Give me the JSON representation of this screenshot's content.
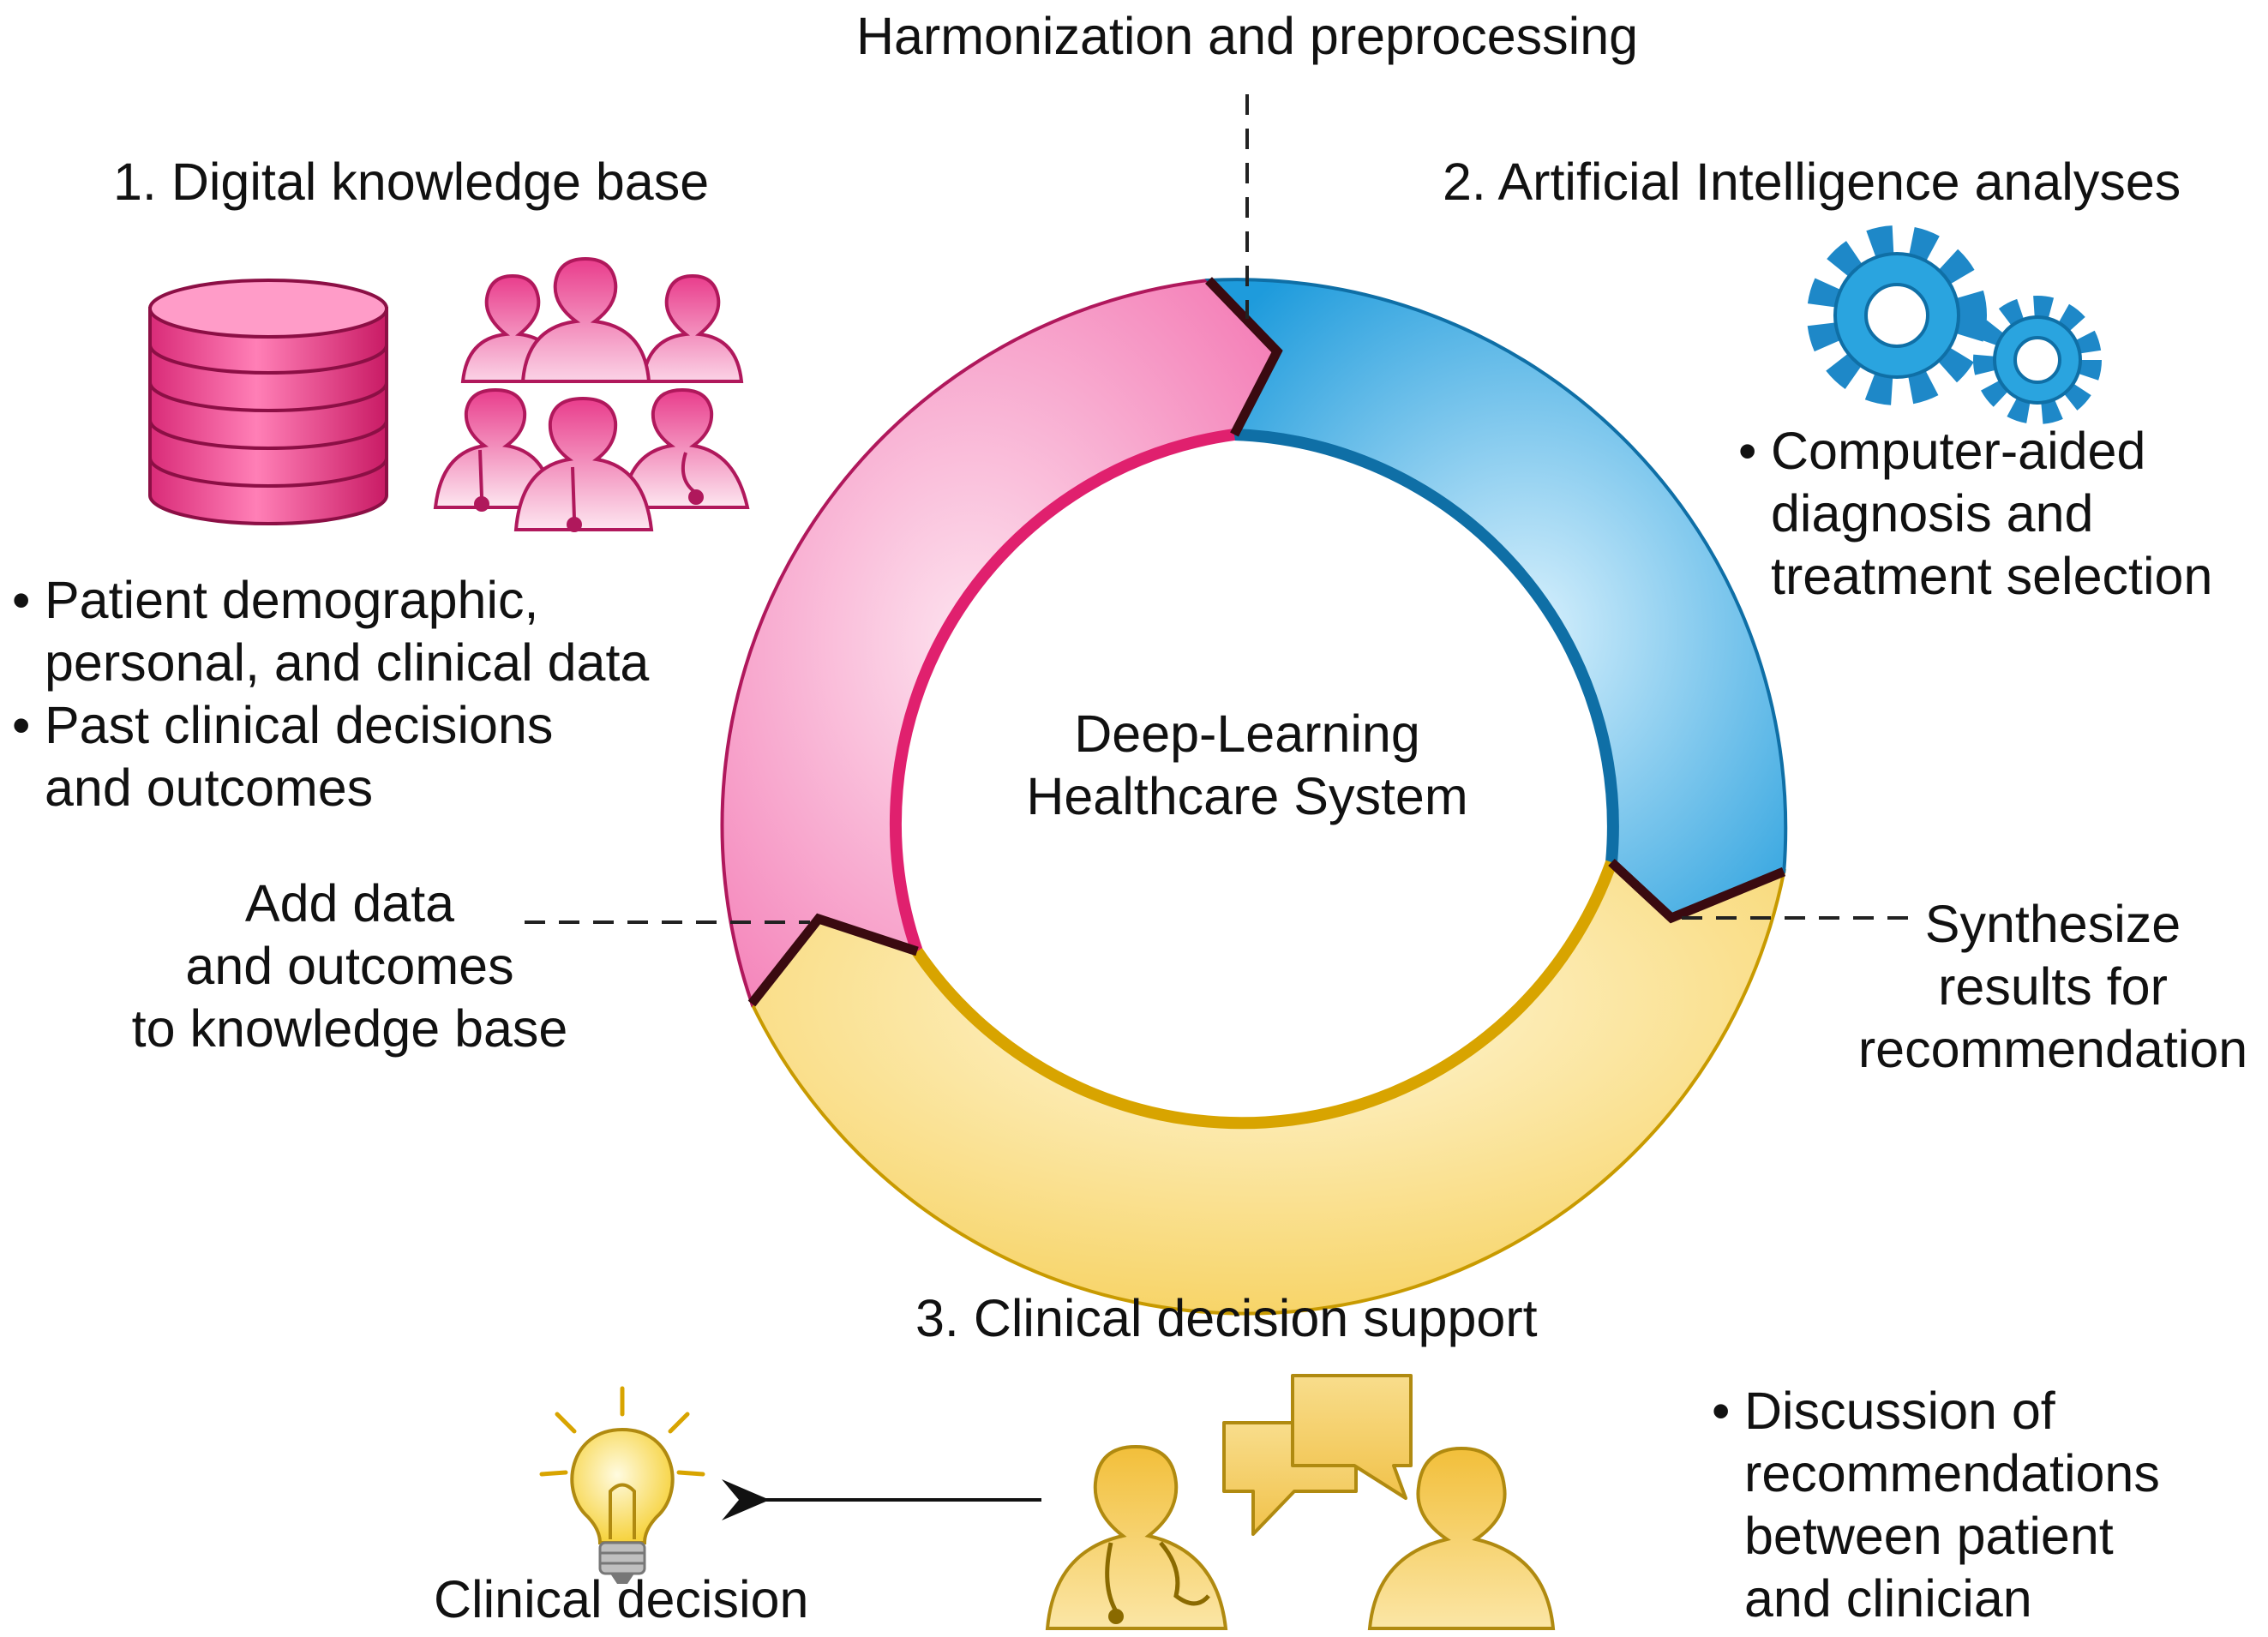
{
  "header": {
    "harmonization_label": "Harmonization and preprocessing"
  },
  "stage1": {
    "title": "1. Digital knowledge base",
    "bullets": [
      [
        "Patient demographic,",
        "personal, and clinical data"
      ],
      [
        "Past clinical decisions",
        "and outcomes"
      ]
    ],
    "feedback_label": [
      "Add data",
      "and outcomes",
      "to knowledge base"
    ]
  },
  "stage2": {
    "title": "2. Artificial Intelligence analyses",
    "bullets": [
      [
        "Computer-aided",
        "diagnosis and",
        "treatment selection"
      ]
    ],
    "synthesize_label": [
      "Synthesize",
      "results for",
      "recommendation"
    ]
  },
  "center": {
    "label": [
      "Deep-Learning",
      "Healthcare System"
    ]
  },
  "stage3": {
    "title": "3. Clinical decision support",
    "bullets": [
      [
        "Discussion of",
        "recommendations",
        "between patient",
        "and clinician"
      ]
    ],
    "decision_label": "Clinical decision"
  },
  "icons": {
    "database": "database-icon",
    "people": "patient-group-icon",
    "clinicians": "clinician-group-icon",
    "gears": "gears-icon",
    "lightbulb": "lightbulb-icon",
    "conversation": "conversation-icon"
  },
  "colors": {
    "pink": "#f07ab4",
    "pink_dark": "#e0206e",
    "blue": "#2aa4df",
    "blue_dark": "#0f6fa6",
    "yellow": "#f7d876",
    "yellow_dark": "#d8a400",
    "divider": "#3a0a10"
  }
}
